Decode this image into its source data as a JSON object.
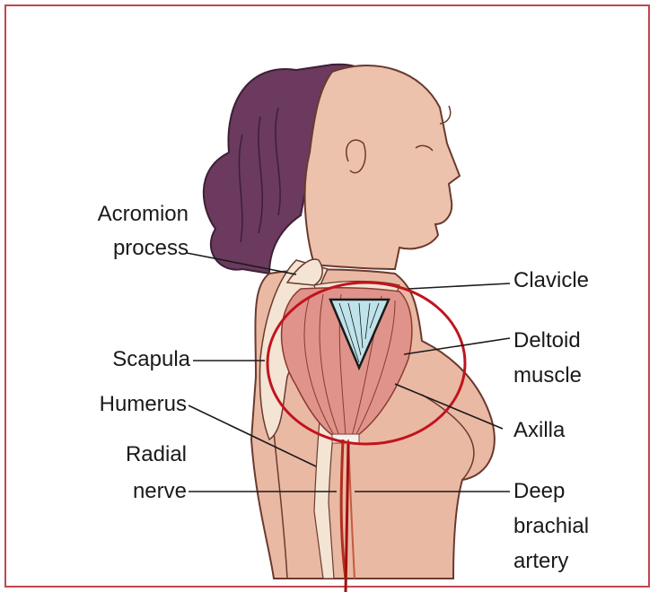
{
  "labels": {
    "acromion_1": "Acromion",
    "acromion_2": "process",
    "scapula": "Scapula",
    "humerus": "Humerus",
    "radial_1": "Radial",
    "radial_2": "nerve",
    "clavicle": "Clavicle",
    "deltoid_1": "Deltoid",
    "deltoid_2": "muscle",
    "axilla": "Axilla",
    "artery_1": "Deep",
    "artery_2": "brachial",
    "artery_3": "artery"
  },
  "colors": {
    "frame": "#c0474f",
    "highlight_circle": "#c0141e",
    "skin": "#e9b9a4",
    "hair": "#6b3a5e",
    "muscle": "#d98f86",
    "injection_site": "#bfe3ea",
    "nerve": "#b0301e"
  }
}
